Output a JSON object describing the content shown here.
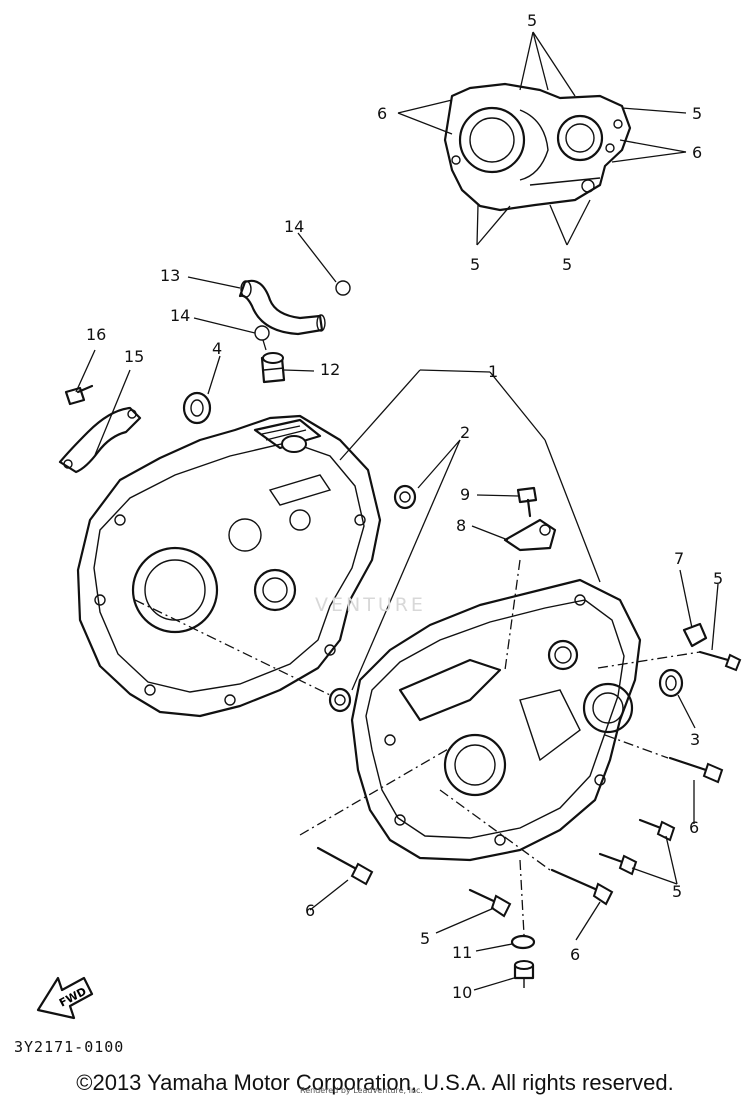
{
  "diagram": {
    "code": "3Y2171-0100",
    "copyright": "©2013 Yamaha Motor Corporation, U.S.A. All rights reserved.",
    "renderer": "Rendered by LeadVenture, Inc.",
    "watermark": "VENTURE",
    "fwd_label": "FWD"
  },
  "callouts": [
    {
      "id": "c1",
      "text": "1"
    },
    {
      "id": "c2",
      "text": "2"
    },
    {
      "id": "c3",
      "text": "3"
    },
    {
      "id": "c4",
      "text": "4"
    },
    {
      "id": "c5a",
      "text": "5"
    },
    {
      "id": "c5b",
      "text": "5"
    },
    {
      "id": "c5c",
      "text": "5"
    },
    {
      "id": "c5d",
      "text": "5"
    },
    {
      "id": "c5e",
      "text": "5"
    },
    {
      "id": "c5f",
      "text": "5"
    },
    {
      "id": "c5g",
      "text": "5"
    },
    {
      "id": "c6a",
      "text": "6"
    },
    {
      "id": "c6b",
      "text": "6"
    },
    {
      "id": "c6c",
      "text": "6"
    },
    {
      "id": "c6d",
      "text": "6"
    },
    {
      "id": "c6e",
      "text": "6"
    },
    {
      "id": "c7",
      "text": "7"
    },
    {
      "id": "c8",
      "text": "8"
    },
    {
      "id": "c9",
      "text": "9"
    },
    {
      "id": "c10",
      "text": "10"
    },
    {
      "id": "c11",
      "text": "11"
    },
    {
      "id": "c12",
      "text": "12"
    },
    {
      "id": "c13",
      "text": "13"
    },
    {
      "id": "c14a",
      "text": "14"
    },
    {
      "id": "c14b",
      "text": "14"
    },
    {
      "id": "c15",
      "text": "15"
    },
    {
      "id": "c16",
      "text": "16"
    }
  ]
}
